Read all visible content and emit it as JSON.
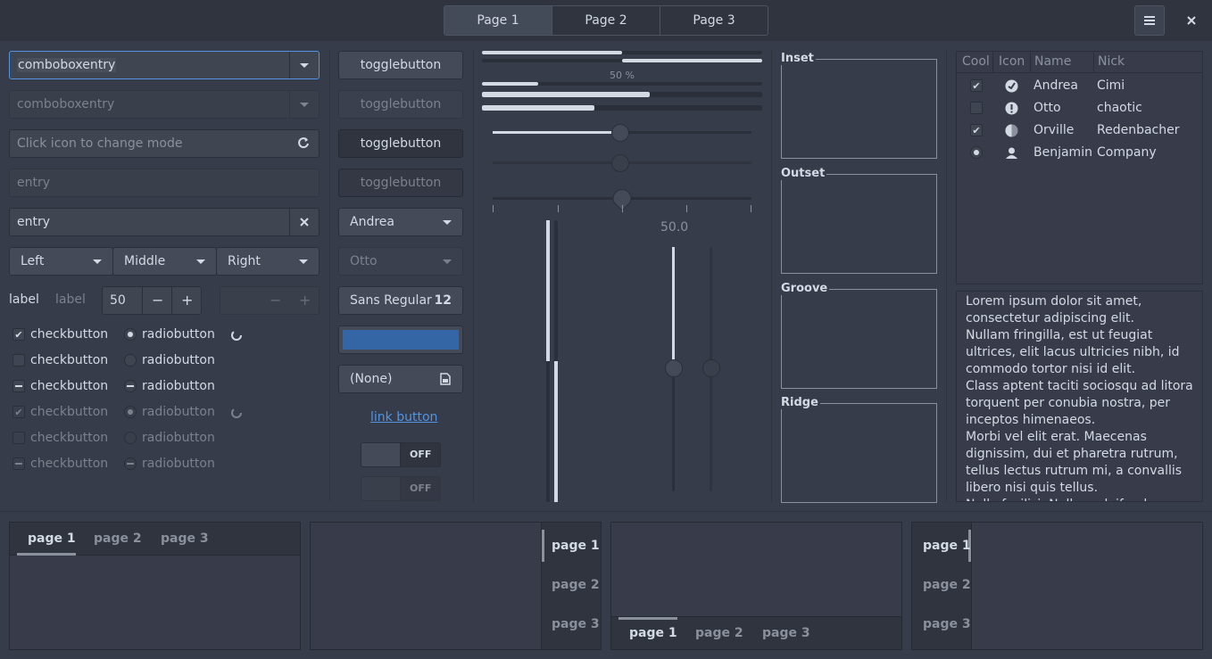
{
  "header": {
    "stack_tabs": [
      "Page 1",
      "Page 2",
      "Page 3"
    ],
    "menu_icon": "hamburger-menu-icon",
    "close_icon": "close-icon"
  },
  "col1": {
    "combo1": "comboboxentry",
    "combo2": "comboboxentry",
    "mode_entry_placeholder": "Click icon to change mode",
    "entry_disabled_placeholder": "entry",
    "entry_value": "entry",
    "seg": [
      "Left",
      "Middle",
      "Right"
    ],
    "label1": "label",
    "label2": "label",
    "spin_value": "50",
    "checks": [
      {
        "check": "checkbutton",
        "radio": "radiobutton"
      },
      {
        "check": "checkbutton",
        "radio": "radiobutton"
      },
      {
        "check": "checkbutton",
        "radio": "radiobutton"
      },
      {
        "check": "checkbutton",
        "radio": "radiobutton"
      },
      {
        "check": "checkbutton",
        "radio": "radiobutton"
      },
      {
        "check": "checkbutton",
        "radio": "radiobutton"
      }
    ]
  },
  "col2": {
    "toggles": [
      "togglebutton",
      "togglebutton",
      "togglebutton",
      "togglebutton"
    ],
    "combo_andrea": "Andrea",
    "combo_otto": "Otto",
    "font_name": "Sans Regular",
    "font_size": "12",
    "color_value": "#3465a4",
    "file_none": "(None)",
    "link": "link button",
    "switch1": "OFF",
    "switch2": "OFF"
  },
  "col3": {
    "progress_label": "50 %",
    "scale_value": "50.0",
    "progress_fraction": 0.5
  },
  "frames": [
    "Inset",
    "Outset",
    "Groove",
    "Ridge"
  ],
  "tree": {
    "headers": [
      "Cool",
      "Icon",
      "Name",
      "Nick"
    ],
    "rows": [
      {
        "cool": "checked",
        "icon": "check-circle-icon",
        "name": "Andrea",
        "nick": "Cimi"
      },
      {
        "cool": "unchecked",
        "icon": "warning-circle-icon",
        "name": "Otto",
        "nick": "chaotic"
      },
      {
        "cool": "checked",
        "icon": "half-moon-icon",
        "name": "Orville",
        "nick": "Redenbacher"
      },
      {
        "cool": "radio",
        "icon": "person-icon",
        "name": "Benjamin",
        "nick": "Company"
      }
    ]
  },
  "textview": "Lorem ipsum dolor sit amet, consectetur adipiscing elit.\nNullam fringilla, est ut feugiat ultrices, elit lacus ultricies nibh, id commodo tortor nisi id elit.\nClass aptent taciti sociosqu ad litora torquent per conubia nostra, per inceptos himenaeos.\nMorbi vel elit erat. Maecenas dignissim, dui et pharetra rutrum, tellus lectus rutrum mi, a convallis libero nisi quis tellus.\nNulla facilisi. Nullam eleifend lobortis",
  "notebooks": {
    "nb1": [
      "page 1",
      "page 2",
      "page 3"
    ],
    "nb2": [
      "page 1",
      "page 2",
      "page 3"
    ],
    "nb3": [
      "page 1",
      "page 2",
      "page 3"
    ],
    "nb4": [
      "page 1",
      "page 2",
      "page 3"
    ]
  }
}
